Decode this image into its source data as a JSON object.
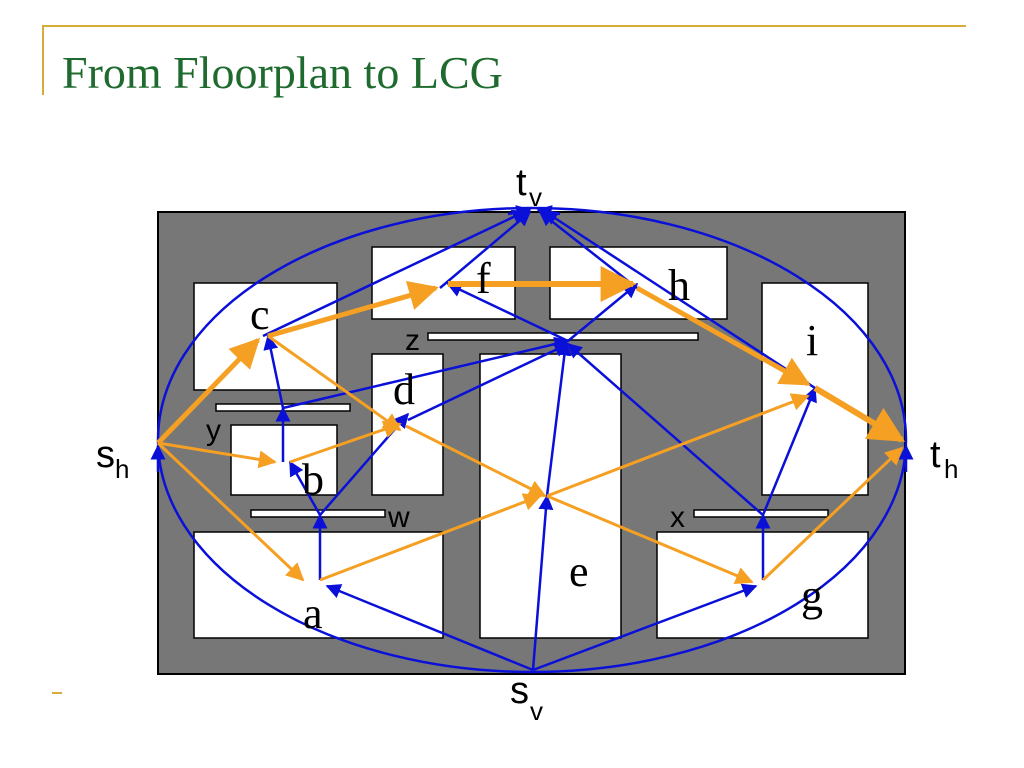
{
  "slide": {
    "title": "From Floorplan to LCG"
  },
  "diagram": {
    "colors": {
      "accent": "#d6ad3a",
      "title": "#1f6b2f",
      "background_chip": "#777777",
      "blue_edge": "#0a10d8",
      "orange_edge": "#f5a023"
    },
    "module_labels": {
      "a": "a",
      "b": "b",
      "c": "c",
      "d": "d",
      "e": "e",
      "f": "f",
      "g": "g",
      "h": "h",
      "i": "i"
    },
    "channel_labels": {
      "w": "w",
      "x": "x",
      "y": "y",
      "z": "z"
    },
    "terminals": {
      "s_h": {
        "base": "s",
        "sub": "h"
      },
      "t_h": {
        "base": "t",
        "sub": "h"
      },
      "s_v": {
        "base": "s",
        "sub": "v"
      },
      "t_v": {
        "base": "t",
        "sub": "v"
      }
    }
  }
}
